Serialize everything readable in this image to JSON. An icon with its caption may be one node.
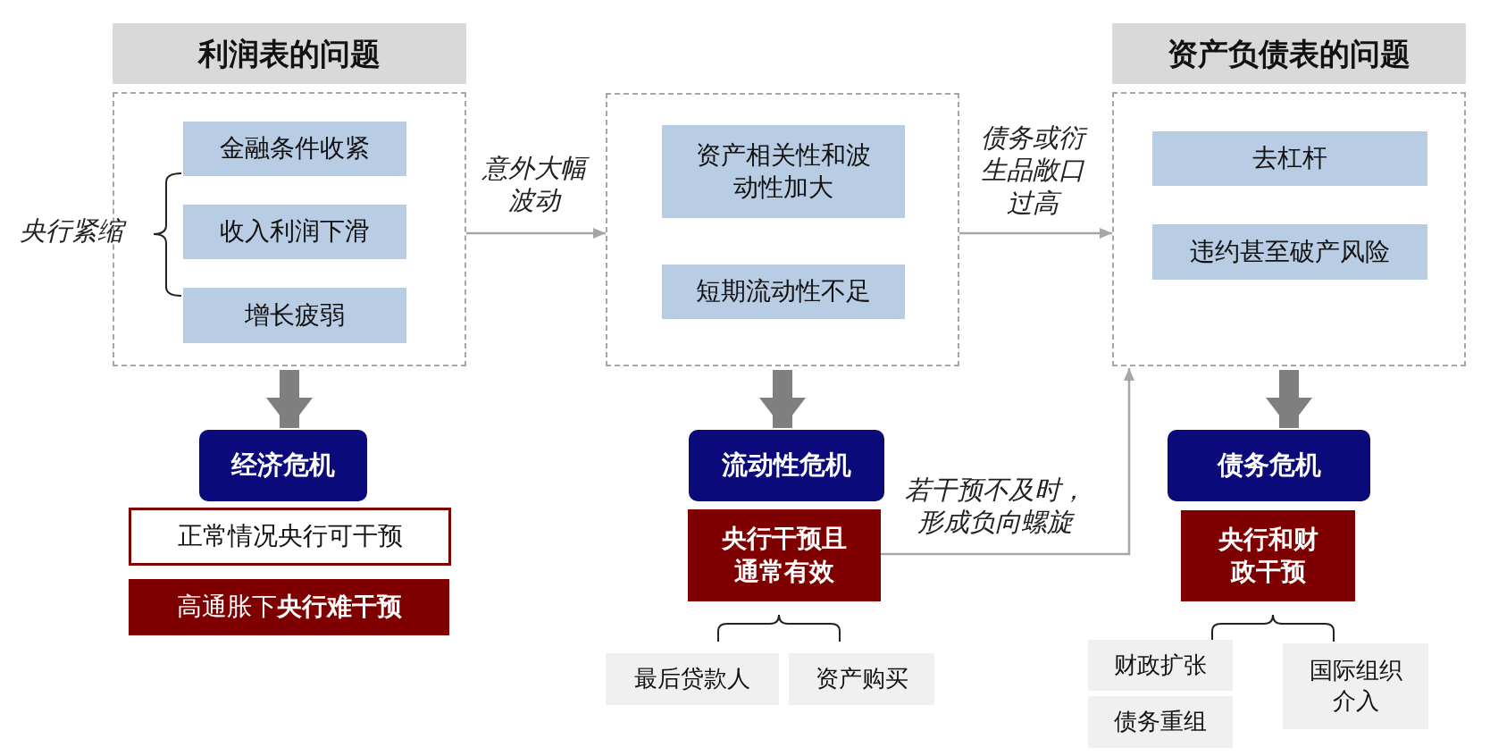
{
  "diagram": {
    "nodes": [
      {
        "text": [
          "利润表的问题"
        ]
      },
      {
        "text": [],
        "shape": "box"
      },
      {
        "text": [
          "金融条件收紧"
        ],
        "in": 1
      },
      {
        "text": [
          "收入利润下滑"
        ],
        "in": 1
      },
      {
        "text": [
          "增长疲弱"
        ],
        "in": 1
      },
      {
        "text": [],
        "shape": "box"
      },
      {
        "text": [
          "资产相关性和波动性加大"
        ],
        "in": 5
      },
      {
        "text": [
          "短期流动性不足"
        ],
        "in": 5
      },
      {
        "text": [
          "资产负债表的问题"
        ]
      },
      {
        "text": [],
        "shape": "box"
      },
      {
        "text": [
          "去杠杆"
        ],
        "in": 9
      },
      {
        "text": [
          "违约甚至破产风险"
        ],
        "in": 9
      },
      {
        "text": [
          "经济危机"
        ]
      },
      {
        "text": [
          "正常情况央行可干预"
        ]
      },
      {
        "text": [
          "高通胀下**央行难干预**"
        ]
      },
      {
        "text": [
          "流动性危机"
        ]
      },
      {
        "text": [
          "央行干预且通常有效"
        ]
      },
      {
        "text": [
          "最后贷款人"
        ]
      },
      {
        "text": [
          "资产购买"
        ]
      },
      {
        "text": [
          "债务危机"
        ]
      },
      {
        "text": [
          "央行和财政干预"
        ]
      },
      {
        "text": [
          "财政扩张"
        ]
      },
      {
        "text": [
          "债务重组"
        ]
      },
      {
        "text": [
          "国际组织介入"
        ]
      }
    ],
    "edges": [
      {
        "from": 1,
        "to": 5,
        "arrow": "to",
        "label": "意外大幅波动"
      },
      {
        "from": 5,
        "to": 9,
        "arrow": "to",
        "label": "债务或衍生品敞口过高"
      },
      {
        "from": 1,
        "to": 12,
        "arrow": "to",
        "style": "thick",
        "color": "#7f7f7f"
      },
      {
        "from": 5,
        "to": 15,
        "arrow": "to",
        "style": "thick",
        "color": "#7f7f7f"
      },
      {
        "from": 9,
        "to": 19,
        "arrow": "to",
        "style": "thick",
        "color": "#7f7f7f"
      },
      {
        "from": 16,
        "to": 9,
        "arrow": "to",
        "label": "若干预不及时，形成负向螺旋"
      }
    ],
    "labels": [
      "央行紧缩"
    ]
  }
}
